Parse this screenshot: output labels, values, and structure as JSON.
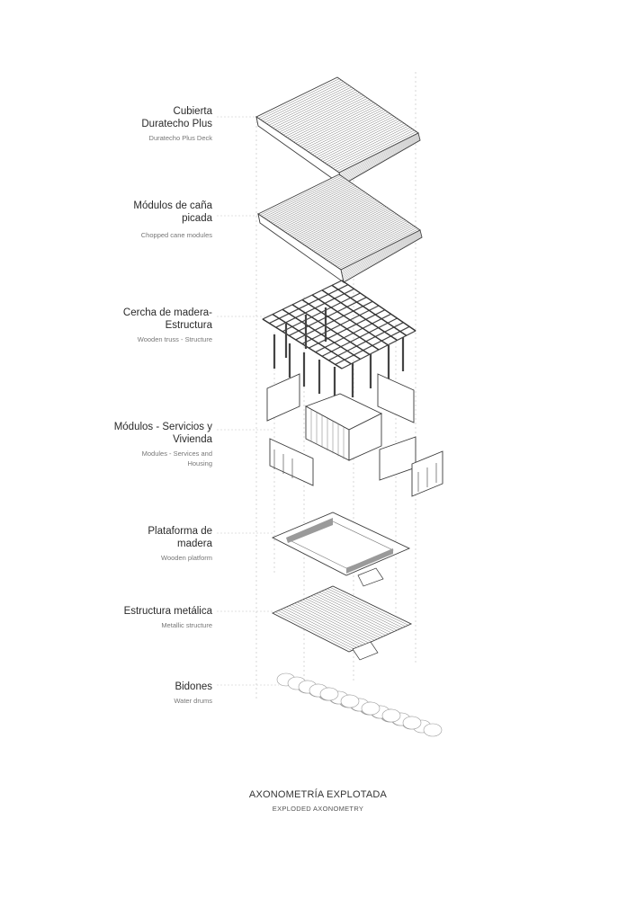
{
  "layers": [
    {
      "es": "Cubierta Duratecho Plus",
      "en": "Duratecho Plus Deck"
    },
    {
      "es": "Módulos de caña picada",
      "en": "Chopped cane modules"
    },
    {
      "es": "Cercha de madera-Estructura",
      "en": "Wooden truss - Structure"
    },
    {
      "es": "Módulos - Servicios y Vivienda",
      "en": "Modules - Services and Housing"
    },
    {
      "es": "Plataforma de madera",
      "en": "Wooden platform"
    },
    {
      "es": "Estructura metálica",
      "en": "Metallic structure"
    },
    {
      "es": "Bidones",
      "en": "Water drums"
    }
  ],
  "title": {
    "es": "AXONOMETRÍA EXPLOTADA",
    "en": "EXPLODED AXONOMETRY"
  }
}
